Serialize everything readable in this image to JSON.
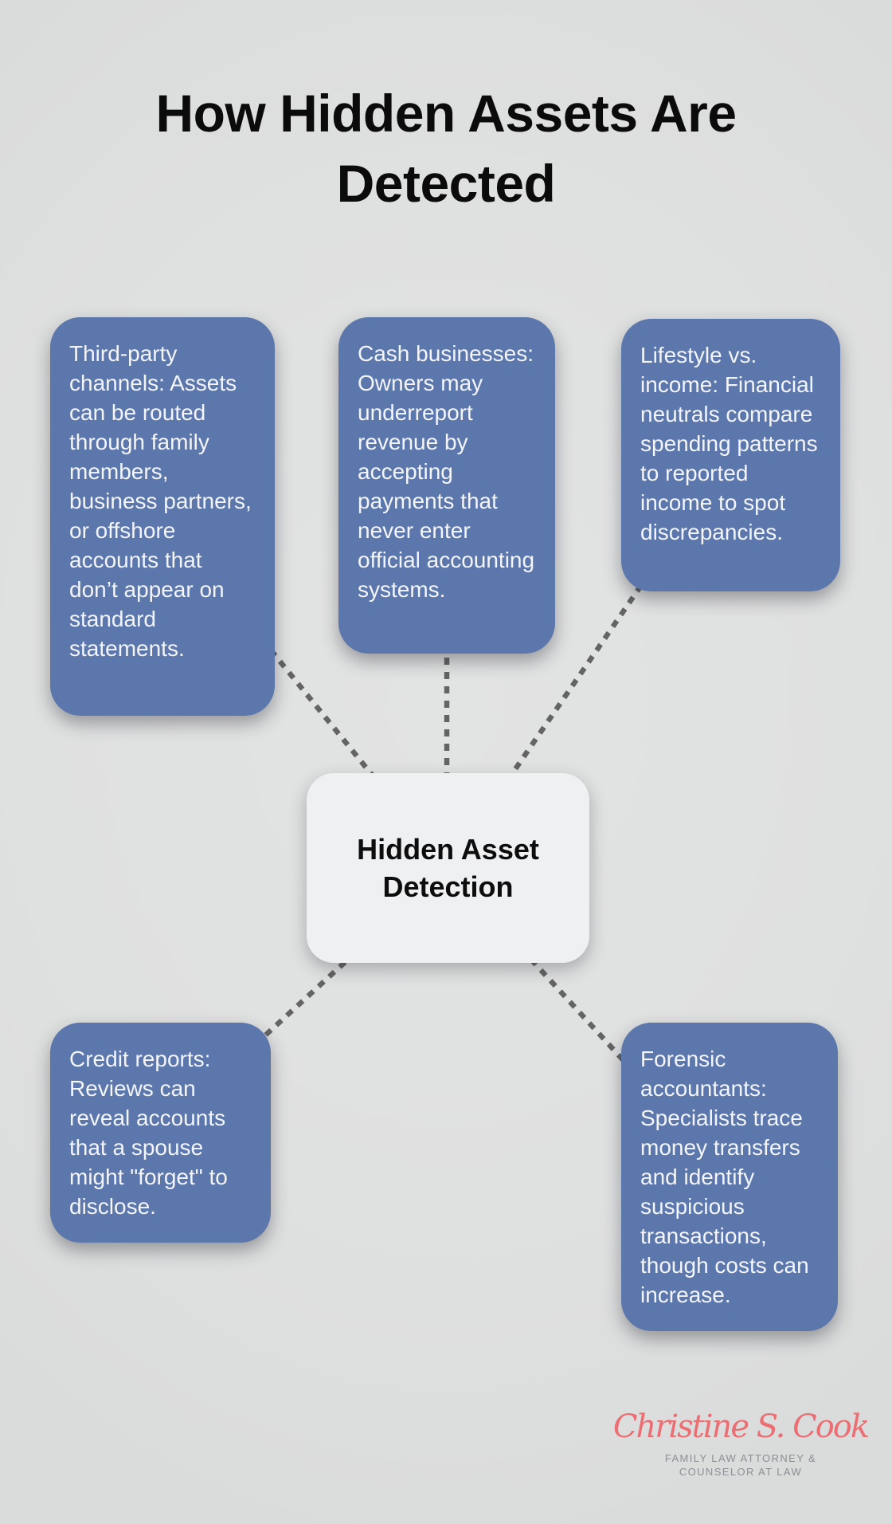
{
  "title": {
    "line1": "How Hidden Assets Are",
    "line2": "Detected"
  },
  "center_node": {
    "label": "Hidden Asset Detection"
  },
  "nodes": [
    {
      "id": "third-party-channels",
      "text": "Third-party channels: Assets can be routed through family members, business partners, or offshore accounts that don’t appear on standard statements."
    },
    {
      "id": "cash-businesses",
      "text": "Cash businesses: Owners may underreport revenue by accepting payments that never enter official accounting systems."
    },
    {
      "id": "lifestyle-vs-income",
      "text": "Lifestyle vs. income: Financial neutrals compare spending patterns to reported income to spot discrepancies."
    },
    {
      "id": "credit-reports",
      "text": "Credit reports: Reviews can reveal accounts that a spouse might \"forget\" to disclose."
    },
    {
      "id": "forensic-accountants",
      "text": "Forensic accountants: Specialists trace money transfers and identify suspicious transactions, though costs can increase."
    }
  ],
  "logo": {
    "name": "Christine S. Cook",
    "tagline1": "FAMILY LAW ATTORNEY &",
    "tagline2": "COUNSELOR AT LAW"
  },
  "colors": {
    "background": "#dfe0e0",
    "node_fill": "#5c77ac",
    "node_text": "#f3f5f8",
    "center_fill": "#eff0f2",
    "center_text": "#0d0d0d",
    "connector": "#646464",
    "title_text": "#0b0b0b",
    "logo_coral": "#ec6d72",
    "logo_gray": "#8b9095"
  }
}
